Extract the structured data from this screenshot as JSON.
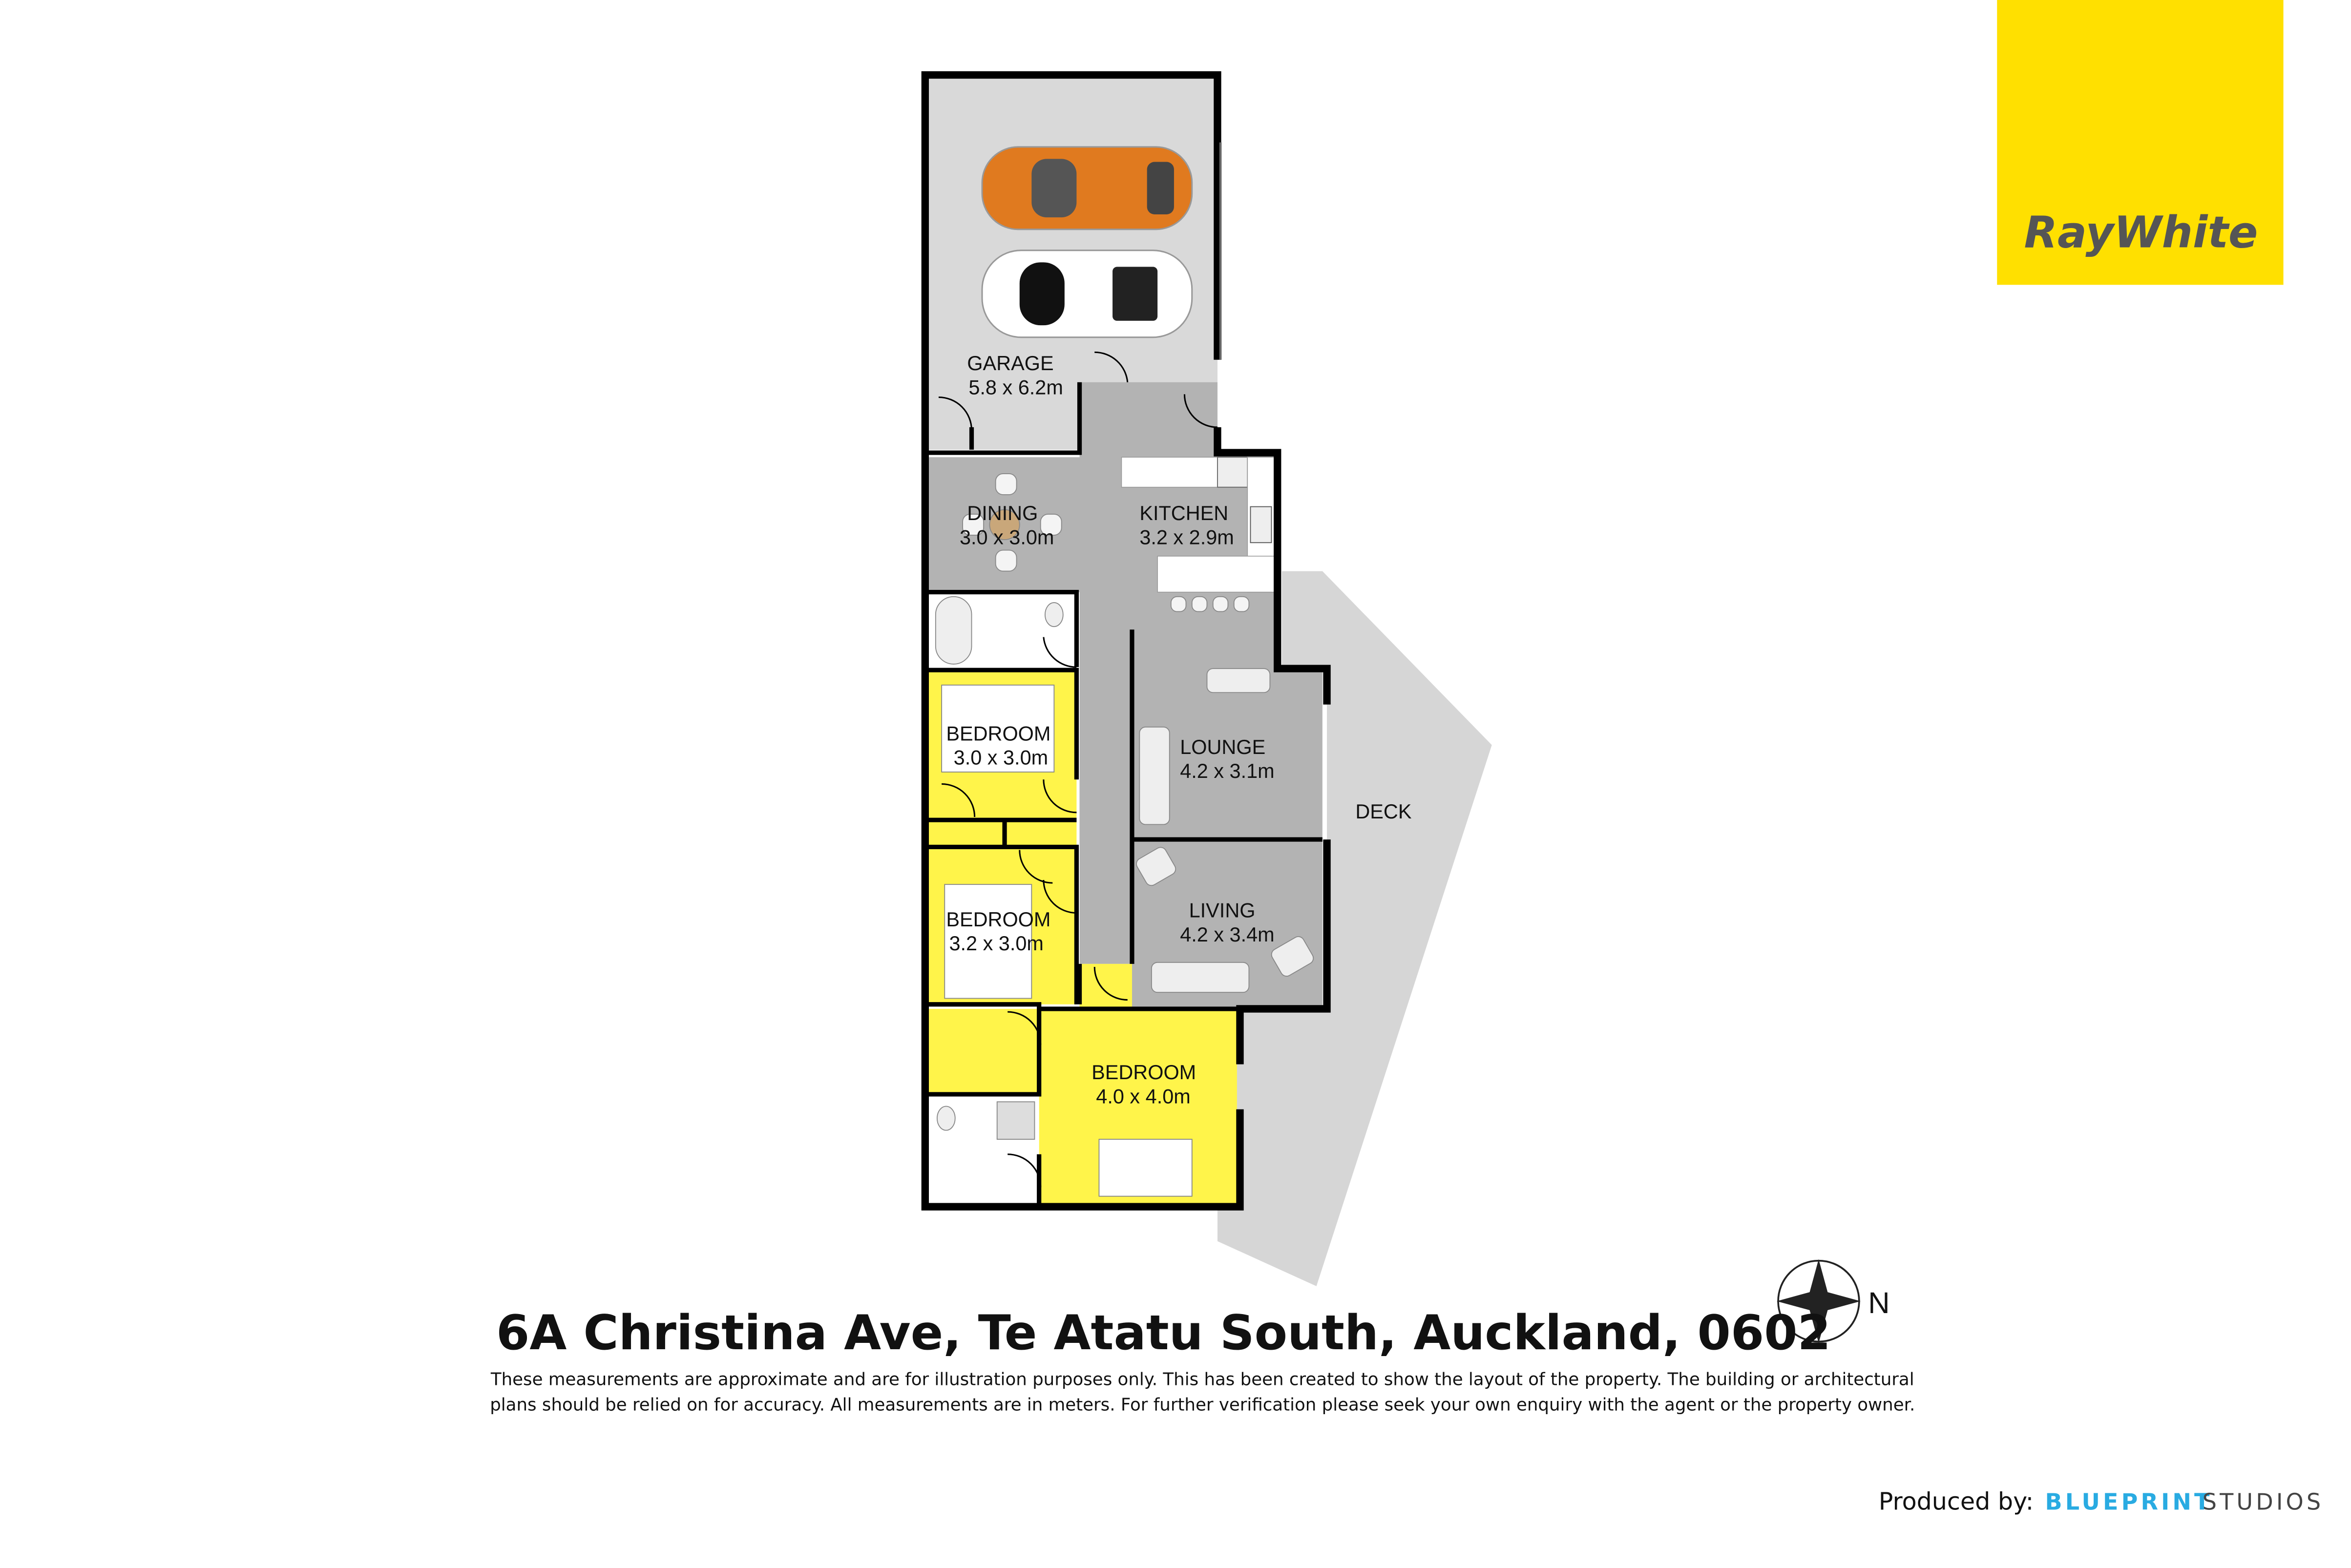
{
  "logo": {
    "brand": "RayWhite",
    "background": "#ffe000"
  },
  "rooms": [
    {
      "name": "GARAGE",
      "size": "5.8 x 6.2m"
    },
    {
      "name": "DINING",
      "size": "3.0 x 3.0m"
    },
    {
      "name": "KITCHEN",
      "size": "3.2 x 2.9m"
    },
    {
      "name": "BEDROOM",
      "size": "3.0 x 3.0m"
    },
    {
      "name": "LOUNGE",
      "size": "4.2 x 3.1m"
    },
    {
      "name": "BEDROOM",
      "size": "3.2 x 3.0m"
    },
    {
      "name": "LIVING",
      "size": "4.2 x 3.4m"
    },
    {
      "name": "BEDROOM",
      "size": "4.0 x 4.0m"
    }
  ],
  "deck": {
    "name": "DECK"
  },
  "compass": {
    "label": "N"
  },
  "address": "6A Christina Ave, Te Atatu South, Auckland, 0602",
  "disclaimer": [
    "These measurements are approximate and are for illustration purposes only. This has been created to show the layout of the property. The building or architectural",
    "plans should be relied on for accuracy. All measurements are in meters. For further verification please seek your own enquiry with the agent or the property owner."
  ],
  "credit": {
    "prefix": "Produced by:",
    "brand1": "BLUEPRINT",
    "brand2": "STUDIOS"
  },
  "colors": {
    "bedroom": "#fff44a",
    "floor": "#b3b3b3",
    "garage": "#d9d9d9",
    "deck": "#d6d6d6"
  }
}
